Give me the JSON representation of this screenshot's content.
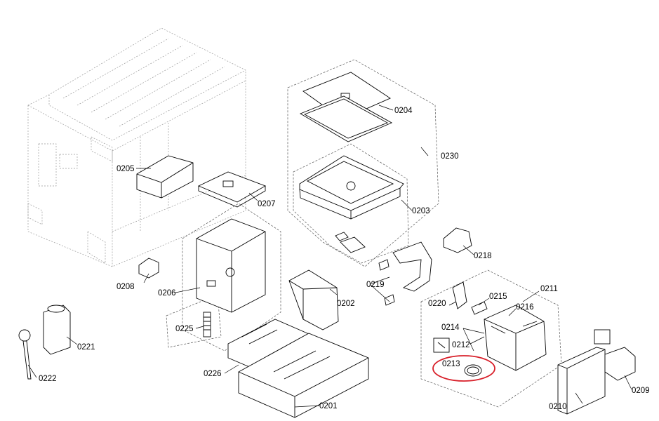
{
  "labels": {
    "p0201": "0201",
    "p0202": "0202",
    "p0203": "0203",
    "p0204": "0204",
    "p0205": "0205",
    "p0206": "0206",
    "p0207": "0207",
    "p0208": "0208",
    "p0209": "0209",
    "p0210": "0210",
    "p0211": "0211",
    "p0212": "0212",
    "p0213": "0213",
    "p0214": "0214",
    "p0215": "0215",
    "p0216": "0216",
    "p0218": "0218",
    "p0219": "0219",
    "p0220": "0220",
    "p0221": "0221",
    "p0222": "0222",
    "p0225": "0225",
    "p0226": "0226",
    "p0230": "0230"
  },
  "highlight": {
    "part": "0213",
    "color": "#d8202a"
  }
}
